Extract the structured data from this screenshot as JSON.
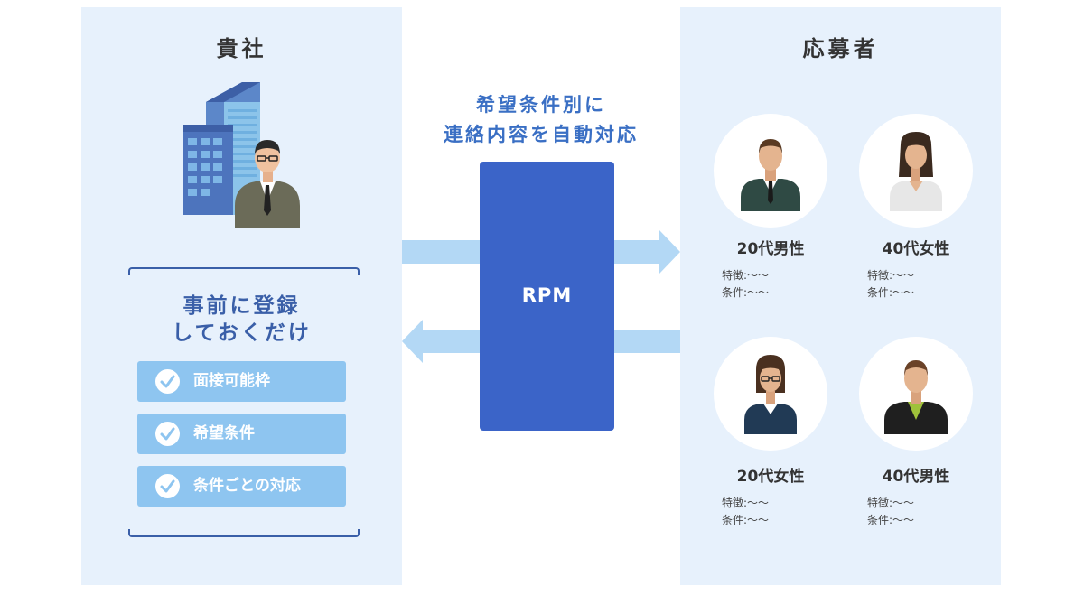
{
  "company": {
    "title": "貴社",
    "headline_line1": "事前に登録",
    "headline_line2": "しておくだけ",
    "items": [
      {
        "label": "面接可能枠"
      },
      {
        "label": "希望条件"
      },
      {
        "label": "条件ごとの対応"
      }
    ]
  },
  "center": {
    "caption_line1": "希望条件別に",
    "caption_line2": "連絡内容を自動対応",
    "box_label": "RPM"
  },
  "applicants": {
    "title": "応募者",
    "people": [
      {
        "label": "20代男性",
        "feature": "特徴:〜〜",
        "condition": "条件:〜〜"
      },
      {
        "label": "40代女性",
        "feature": "特徴:〜〜",
        "condition": "条件:〜〜"
      },
      {
        "label": "20代女性",
        "feature": "特徴:〜〜",
        "condition": "条件:〜〜"
      },
      {
        "label": "40代男性",
        "feature": "特徴:〜〜",
        "condition": "条件:〜〜"
      }
    ]
  },
  "colors": {
    "panel_bg": "#e7f1fc",
    "rpm_box": "#3b64c8",
    "check_item": "#8ec5f0",
    "arrow": "#b3d8f5",
    "accent_text": "#3a6fc4"
  }
}
